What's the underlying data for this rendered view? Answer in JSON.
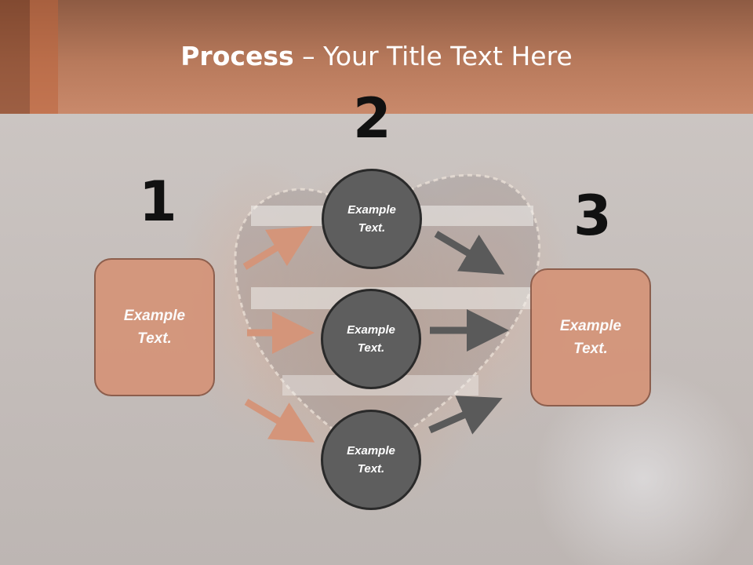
{
  "slide": {
    "title_bold": "Process",
    "title_rest": " – Your Title Text Here",
    "numbers": [
      "1",
      "2",
      "3"
    ],
    "left_box": {
      "line1": "Example",
      "line2": "Text."
    },
    "right_box": {
      "line1": "Example",
      "line2": "Text."
    },
    "circles": [
      {
        "line1": "Example",
        "line2": "Text."
      },
      {
        "line1": "Example",
        "line2": "Text."
      },
      {
        "line1": "Example",
        "line2": "Text."
      }
    ]
  },
  "colors": {
    "header": "#b87a5c",
    "box_fill": "#d4957a",
    "box_border": "#8a5a48",
    "circle_fill": "#5e5e5e",
    "left_arrow": "#d4957a",
    "right_arrow": "#5a5a5a"
  }
}
